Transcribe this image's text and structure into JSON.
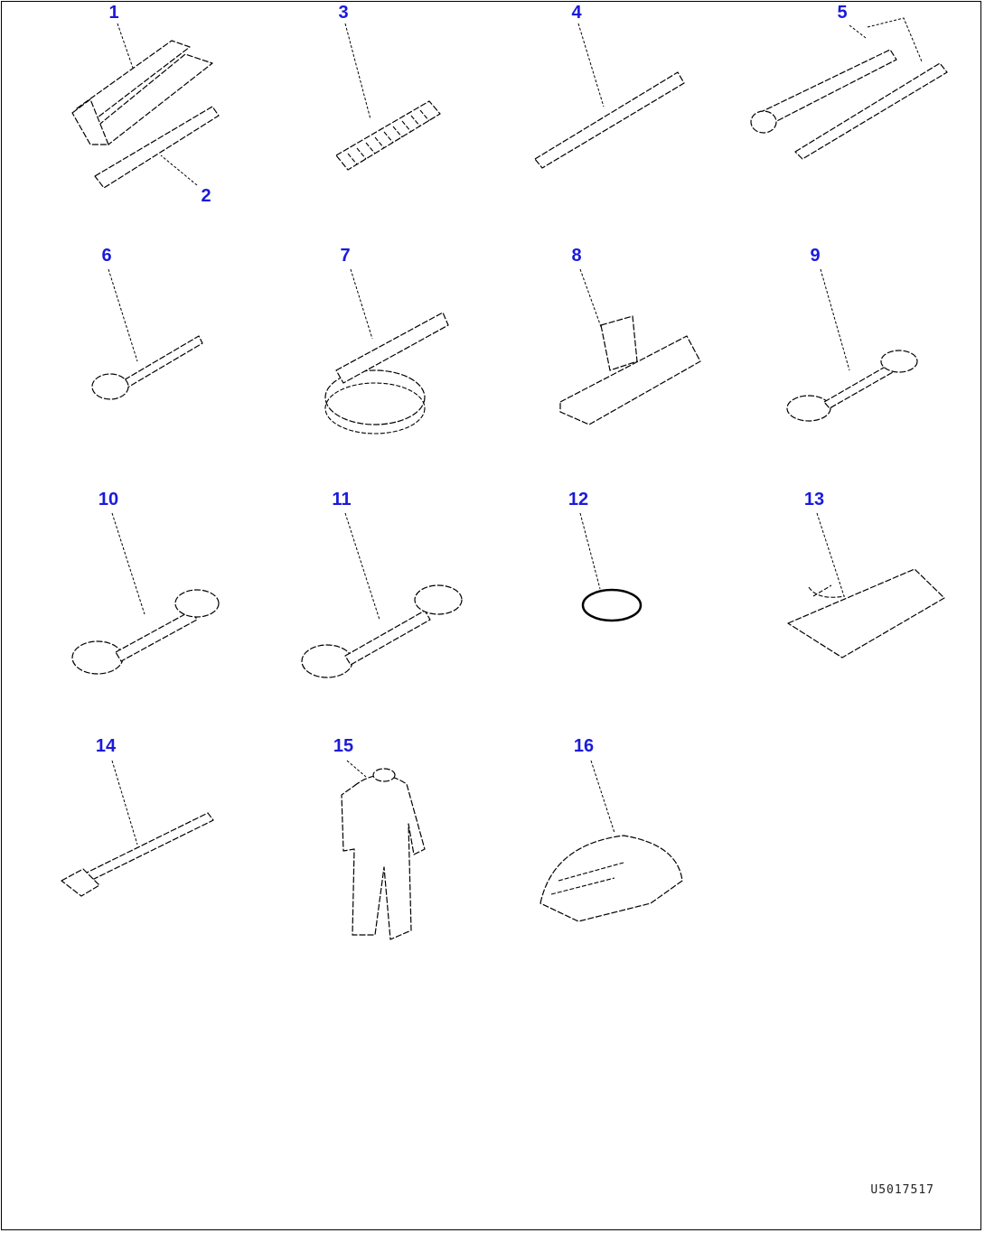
{
  "callouts": [
    "1",
    "2",
    "3",
    "4",
    "5",
    "6",
    "7",
    "8",
    "9",
    "10",
    "11",
    "12",
    "13",
    "14",
    "15",
    "16"
  ],
  "drawing_id": "U5017517",
  "callout_color": "#1a1adb"
}
